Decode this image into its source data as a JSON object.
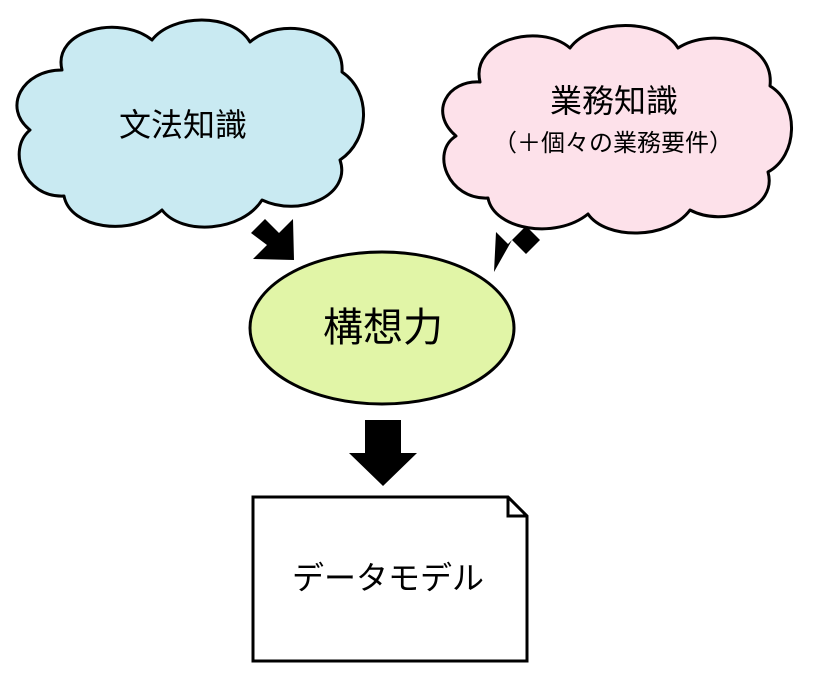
{
  "nodes": {
    "grammar": {
      "label": "文法知識",
      "fill": "#c9eaf2"
    },
    "business": {
      "label": "業務知識",
      "sublabel": "（＋個々の業務要件）",
      "fill": "#fde1ea"
    },
    "concept": {
      "label": "構想力",
      "fill": "#e1f5a7"
    },
    "model": {
      "label": "データモデル",
      "fill": "#ffffff"
    }
  },
  "colors": {
    "stroke": "#000000",
    "arrow": "#000000"
  }
}
